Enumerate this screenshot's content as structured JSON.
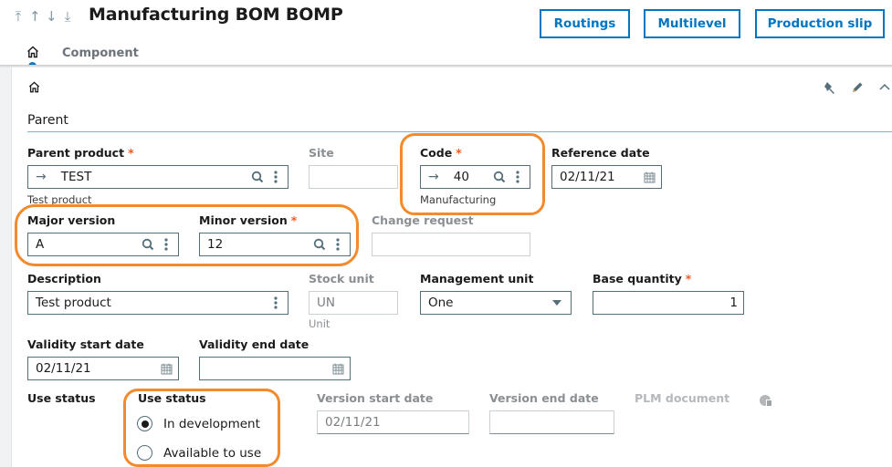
{
  "header": {
    "title": "Manufacturing BOM BOMP",
    "nav_icons": [
      "first-record",
      "previous-record",
      "next-record",
      "last-record"
    ],
    "buttons": {
      "routings": "Routings",
      "multilevel": "Multilevel",
      "production_slip": "Production slip"
    },
    "tabs": [
      {
        "label": "home",
        "icon": "home-icon",
        "active": true
      },
      {
        "label": "Component",
        "active": false
      }
    ]
  },
  "section": {
    "title": "Parent",
    "toolbar_icons": [
      "pin-icon",
      "edit-icon",
      "collapse-icon"
    ]
  },
  "fields": {
    "parent_product": {
      "label": "Parent product",
      "required": true,
      "value": "TEST",
      "hint": "Test product"
    },
    "site": {
      "label": "Site",
      "value": ""
    },
    "code": {
      "label": "Code",
      "required": true,
      "value": "40",
      "hint": "Manufacturing"
    },
    "reference_date": {
      "label": "Reference date",
      "value": "02/11/21"
    },
    "major_version": {
      "label": "Major version",
      "value": "A"
    },
    "minor_version": {
      "label": "Minor version",
      "required": true,
      "value": "12"
    },
    "change_request": {
      "label": "Change request",
      "value": ""
    },
    "description": {
      "label": "Description",
      "value": "Test product"
    },
    "stock_unit": {
      "label": "Stock unit",
      "value": "UN",
      "hint": "Unit"
    },
    "management_unit": {
      "label": "Management unit",
      "value": "One"
    },
    "base_quantity": {
      "label": "Base quantity",
      "required": true,
      "value": "1"
    },
    "validity_start_date": {
      "label": "Validity start date",
      "value": "02/11/21"
    },
    "validity_end_date": {
      "label": "Validity end date",
      "value": ""
    },
    "use_status_left": {
      "label": "Use status"
    },
    "use_status": {
      "label": "Use status",
      "options": [
        {
          "label": "In development",
          "selected": true
        },
        {
          "label": "Available to use",
          "selected": false
        }
      ]
    },
    "version_start_date": {
      "label": "Version start date",
      "value": "02/11/21"
    },
    "version_end_date": {
      "label": "Version end date",
      "value": ""
    },
    "plm_document": {
      "label": "PLM document"
    }
  },
  "required_marker": "*",
  "colors": {
    "accent": "#0075c2",
    "required": "#f05a24",
    "highlight": "#f28a2e",
    "field_border": "#546e7a"
  }
}
